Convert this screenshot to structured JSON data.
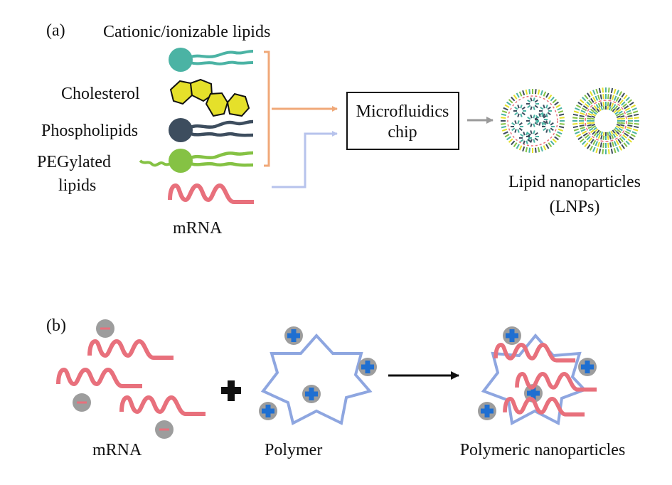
{
  "panel_a": {
    "label": "(a)",
    "components": [
      {
        "name": "Cationic/ionizable lipids",
        "color": "#4bb3a4"
      },
      {
        "name": "Cholesterol",
        "color": "#e5e02a"
      },
      {
        "name": "Phospholipids",
        "color": "#3d4d5e"
      },
      {
        "name": "PEGylated",
        "name_line2": "lipids",
        "color": "#85c244"
      },
      {
        "name": "mRNA",
        "color": "#e8707c"
      }
    ],
    "process": {
      "line1": "Microfluidics",
      "line2": "chip"
    },
    "product": {
      "line1": "Lipid nanoparticles",
      "line2": "(LNPs)"
    },
    "arrow_colors": {
      "lipids": "#f0a878",
      "mrna": "#b7c3ec",
      "output": "#9a9a9a"
    }
  },
  "panel_b": {
    "label": "(b)",
    "reactant1": "mRNA",
    "operator": "+",
    "reactant2": "Polymer",
    "product": "Polymeric nanoparticles",
    "charge_negative": "−",
    "charge_positive": "+",
    "colors": {
      "mrna": "#e8707c",
      "polymer": "#8ea6e0",
      "charge_bg": "#9d9d9d",
      "plus": "#1f6fd1",
      "minus": "#e8707c"
    }
  }
}
